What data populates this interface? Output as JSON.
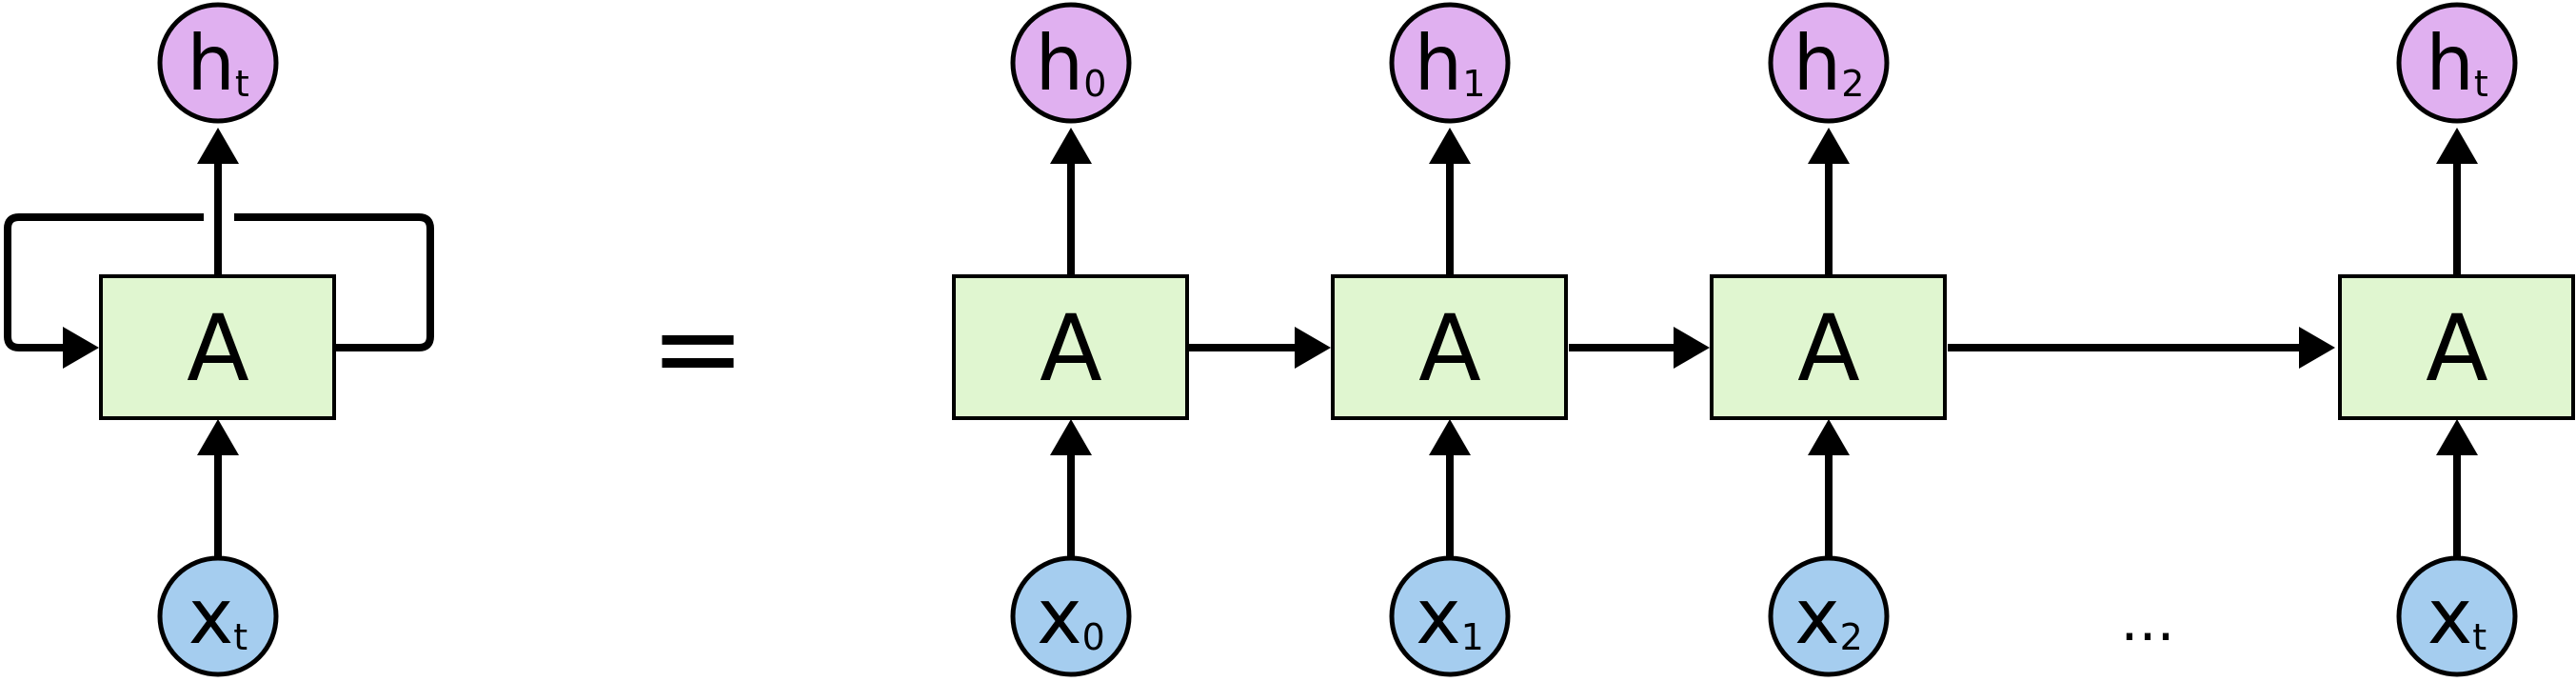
{
  "colors": {
    "cell_fill": "#e0f6d0",
    "output_fill": "#e0b0f0",
    "input_fill": "#a5cdef",
    "stroke": "#000000"
  },
  "folded": {
    "cell_label": "A",
    "output": {
      "base": "h",
      "sub": "t"
    },
    "input": {
      "base": "x",
      "sub": "t"
    }
  },
  "equals_sign": "=",
  "ellipsis": "...",
  "unrolled": [
    {
      "cell_label": "A",
      "output": {
        "base": "h",
        "sub": "0"
      },
      "input": {
        "base": "x",
        "sub": "0"
      }
    },
    {
      "cell_label": "A",
      "output": {
        "base": "h",
        "sub": "1"
      },
      "input": {
        "base": "x",
        "sub": "1"
      }
    },
    {
      "cell_label": "A",
      "output": {
        "base": "h",
        "sub": "2"
      },
      "input": {
        "base": "x",
        "sub": "2"
      }
    },
    {
      "cell_label": "A",
      "output": {
        "base": "h",
        "sub": "t"
      },
      "input": {
        "base": "x",
        "sub": "t"
      }
    }
  ]
}
